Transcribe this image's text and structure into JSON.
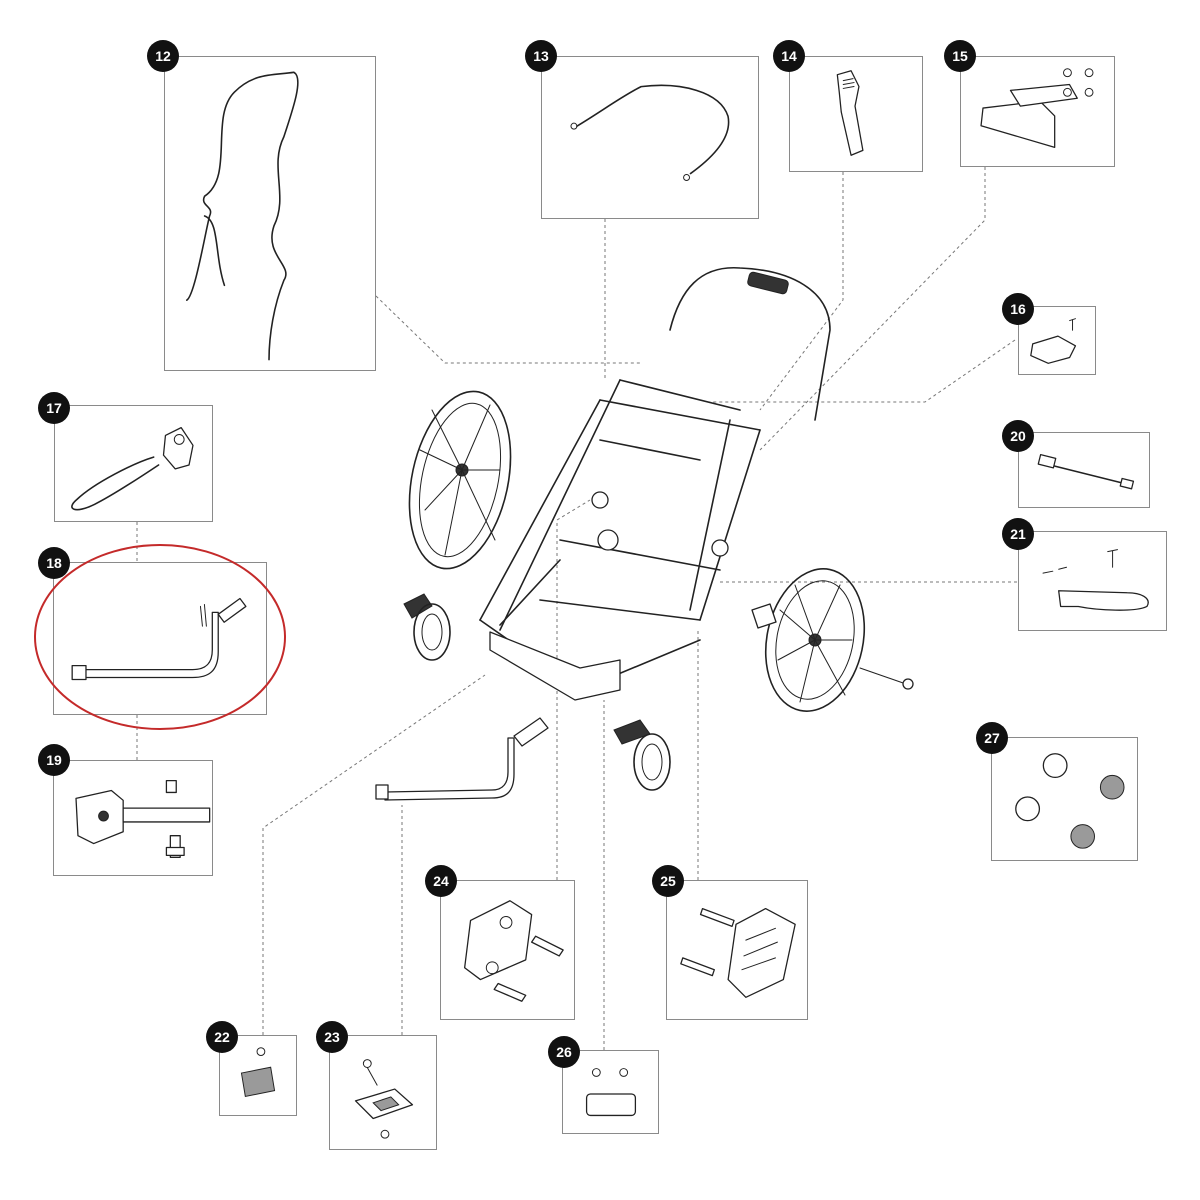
{
  "diagram": {
    "parts": [
      {
        "id": "part-12",
        "label": "12"
      },
      {
        "id": "part-13",
        "label": "13"
      },
      {
        "id": "part-14",
        "label": "14"
      },
      {
        "id": "part-15",
        "label": "15"
      },
      {
        "id": "part-16",
        "label": "16"
      },
      {
        "id": "part-17",
        "label": "17"
      },
      {
        "id": "part-18",
        "label": "18"
      },
      {
        "id": "part-19",
        "label": "19"
      },
      {
        "id": "part-20",
        "label": "20"
      },
      {
        "id": "part-21",
        "label": "21"
      },
      {
        "id": "part-22",
        "label": "22"
      },
      {
        "id": "part-23",
        "label": "23"
      },
      {
        "id": "part-24",
        "label": "24"
      },
      {
        "id": "part-25",
        "label": "25"
      },
      {
        "id": "part-26",
        "label": "26"
      },
      {
        "id": "part-27",
        "label": "27"
      }
    ],
    "highlighted_part": "18",
    "colors": {
      "badge": "#111111",
      "badge_text": "#ffffff",
      "box_border": "#8a8a8a",
      "leader_line": "#777777",
      "highlight_ring": "#c42a2a",
      "line_art": "#222222"
    }
  }
}
